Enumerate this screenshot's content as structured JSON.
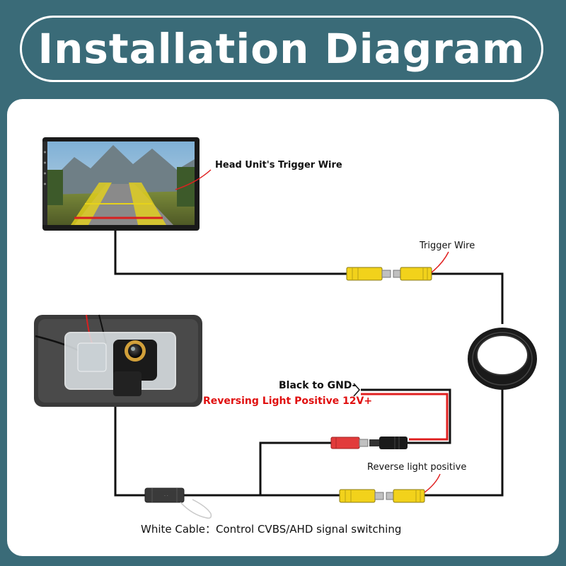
{
  "header": {
    "title": "Installation Diagram"
  },
  "labels": {
    "head_unit_trigger": "Head Unit's Trigger Wire",
    "trigger_wire": "Trigger Wire",
    "black_gnd": "Black to GND-",
    "reversing_light_positive": "Reversing Light Positive 12V+",
    "reverse_light_positive": "Reverse light positive",
    "white_cable": "White Cable：Control CVBS/AHD signal switching"
  },
  "colors": {
    "background": "#3a6b78",
    "panel": "#ffffff",
    "wire": "#111111",
    "red_wire": "#e02020",
    "rca_yellow": "#f2d21b",
    "rca_red": "#e23b3b",
    "warning_text": "#e01010"
  },
  "icons": {
    "head_unit": "car-head-unit-screen",
    "camera": "rear-view-camera",
    "coil": "cable-coil"
  }
}
